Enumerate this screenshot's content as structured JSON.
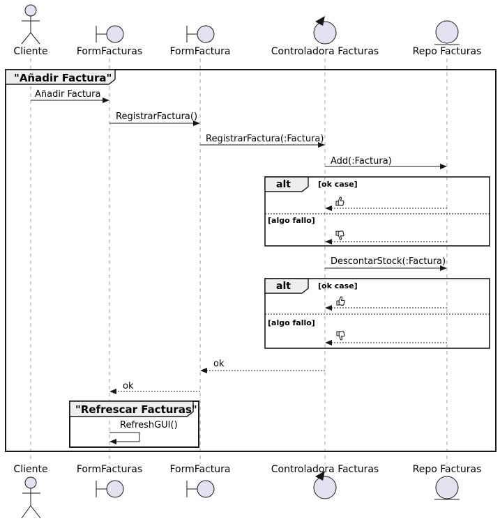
{
  "frame": {
    "title": "\"Añadir Factura\""
  },
  "nested_frame": {
    "title": "\"Refrescar Facturas\""
  },
  "participants": [
    {
      "label": "Cliente",
      "kind": "actor"
    },
    {
      "label": "FormFacturas",
      "kind": "boundary"
    },
    {
      "label": "FormFactura",
      "kind": "boundary"
    },
    {
      "label": "Controladora Facturas",
      "kind": "control"
    },
    {
      "label": "Repo Facturas",
      "kind": "entity"
    }
  ],
  "messages": {
    "anadir": "Añadir Factura",
    "registrar": "RegistrarFactura()",
    "registrar_param": "RegistrarFactura(:Factura)",
    "add": "Add(:Factura)",
    "descontar": "DescontarStock(:Factura)",
    "ok1": "ok",
    "ok2": "ok",
    "refresh": "RefreshGUI()"
  },
  "alt_blocks": [
    {
      "operator": "alt",
      "guard_ok": "[ok case]",
      "guard_fail": "[algo fallo]",
      "reply_ok_icon": "thumbs-up",
      "reply_fail_icon": "thumbs-down"
    },
    {
      "operator": "alt",
      "guard_ok": "[ok case]",
      "guard_fail": "[algo fallo]",
      "reply_ok_icon": "thumbs-up",
      "reply_fail_icon": "thumbs-down"
    }
  ],
  "colors": {
    "background": "#FFFFFF",
    "line": "#181818",
    "lifeline": "#A0A0A0",
    "icon_fill": "#E2E2F0",
    "tab_fill": "#EEEEEE"
  }
}
